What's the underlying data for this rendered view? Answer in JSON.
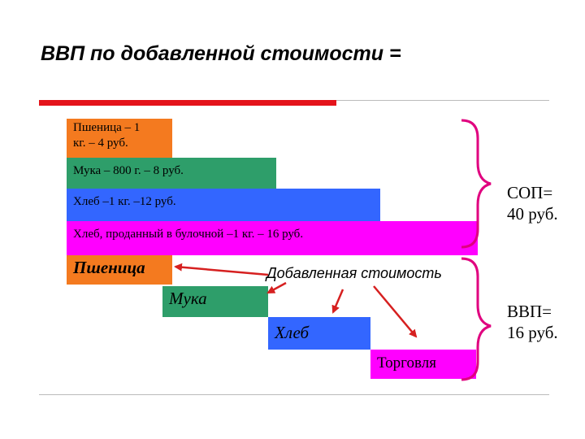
{
  "title": "ВВП по добавленной стоимости =",
  "colors": {
    "title_rule": "#e4141b",
    "rule_line": "#bbbbbb",
    "wheat": "#f47a1f",
    "flour": "#2e9e6a",
    "bread": "#3366ff",
    "shop": "#ff00ff",
    "brace": "#e0007f",
    "arrow": "#d62020"
  },
  "cost_bars": [
    {
      "line1": "Пшеница – 1",
      "line2": "кг. – 4 руб."
    },
    {
      "text": "Мука – 800 г. – 8 руб."
    },
    {
      "text": "Хлеб –1 кг. –12 руб."
    },
    {
      "text": "Хлеб, проданный в булочной –1 кг. – 16 руб."
    }
  ],
  "stage_boxes": [
    "Пшеница",
    "Мука",
    "Хлеб",
    "Торговля"
  ],
  "added_value_label": "Добавленная стоимость",
  "sop_label": {
    "line1": "СОП=",
    "line2": "40 руб."
  },
  "vvp_label": {
    "line1": "ВВП=",
    "line2": "16 руб."
  }
}
